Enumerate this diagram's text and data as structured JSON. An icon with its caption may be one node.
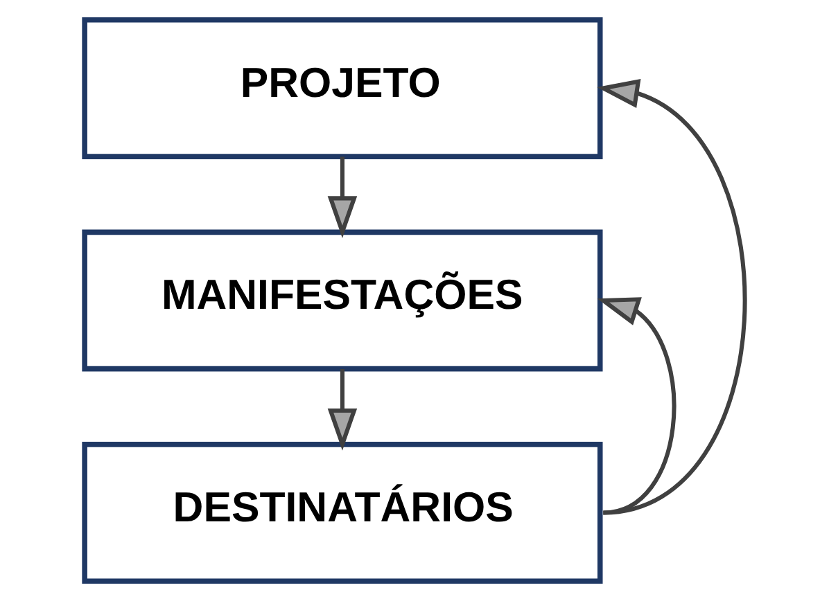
{
  "diagram": {
    "nodes": [
      {
        "text": [
          "PROJETO"
        ]
      },
      {
        "text": [
          "MANIFESTAÇÕES"
        ]
      },
      {
        "text": [
          "DESTINATÁRIOS"
        ]
      }
    ],
    "edges": [
      {
        "from": 0,
        "to": 1,
        "arrow": "to"
      },
      {
        "from": 1,
        "to": 2,
        "arrow": "to"
      },
      {
        "from": 2,
        "to": 1,
        "arrow": "to"
      },
      {
        "from": 2,
        "to": 0,
        "arrow": "to"
      }
    ]
  }
}
